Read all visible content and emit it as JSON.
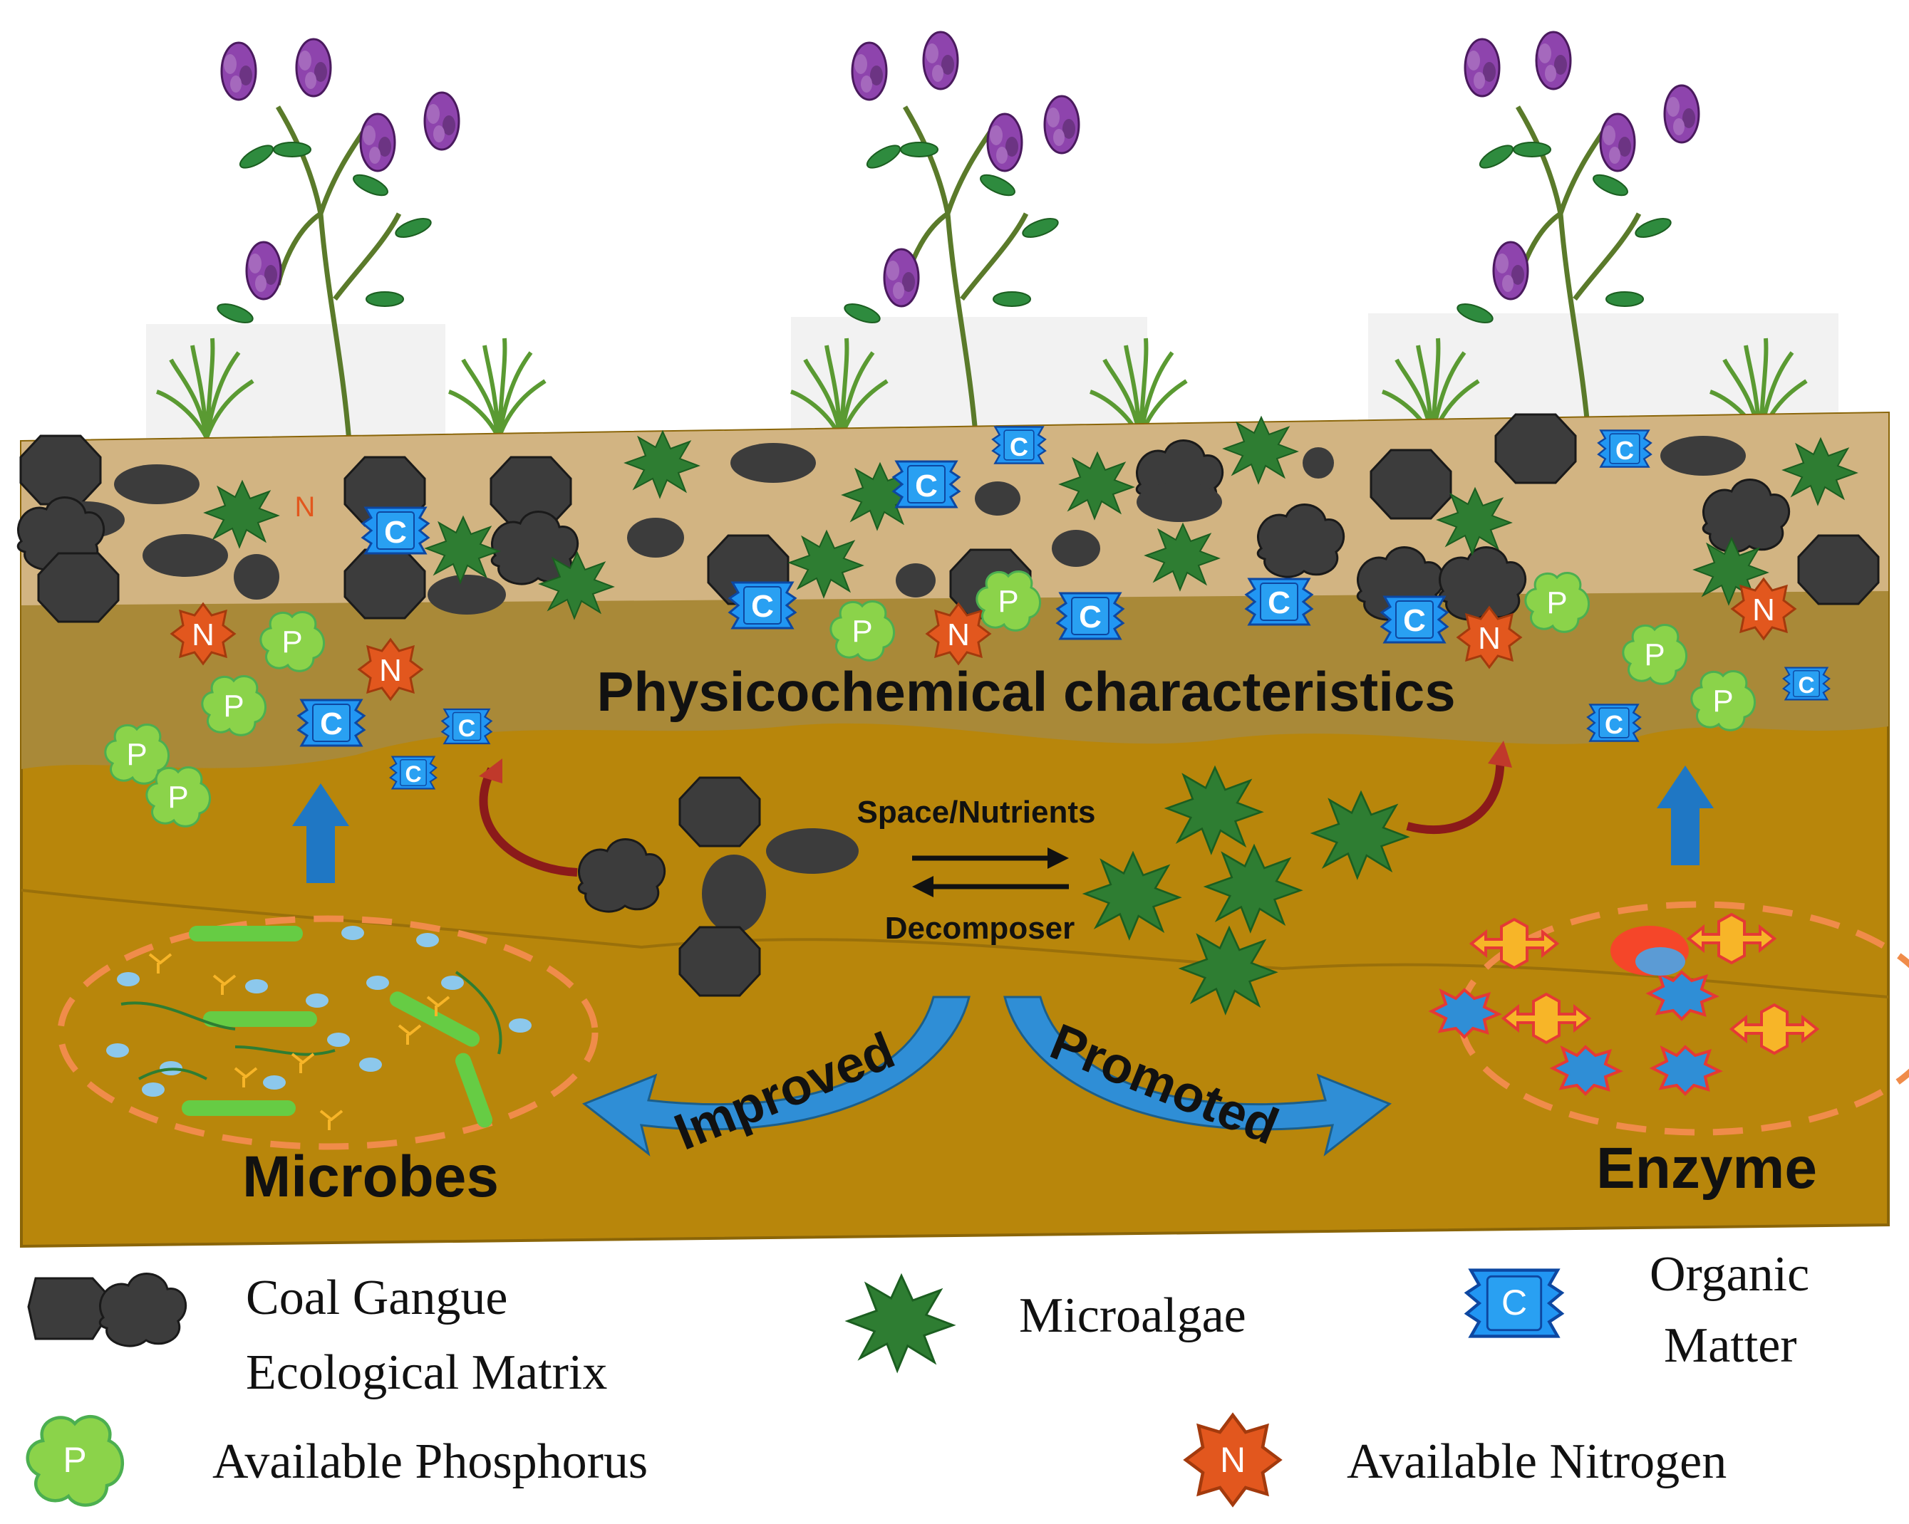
{
  "diagram": {
    "labels": {
      "physicochemical": "Physicochemical characteristics",
      "space_nutrients": "Space/Nutrients",
      "decomposer": "Decomposer",
      "improved": "Improved",
      "promoted": "Promoted",
      "microbes": "Microbes",
      "enzyme": "Enzyme"
    },
    "badges": {
      "carbon": "C",
      "nitrogen": "N",
      "phosphorus": "P"
    }
  },
  "legend": {
    "coal_line1": "Coal Gangue",
    "coal_line2": "Ecological Matrix",
    "microalgae": "Microalgae",
    "organic_line1": "Organic",
    "organic_line2": "Matter",
    "phosphorus": "Available Phosphorus",
    "nitrogen": "Available Nitrogen"
  },
  "colors": {
    "topsoil": "#d2b482",
    "subsoil": "#b8860b",
    "middle_band": "#a98938",
    "coal": "#3c3c3c",
    "microalgae": "#2e7d32",
    "organic": "#2196f3",
    "phosphorus": "#8bd34a",
    "nitrogen": "#e2571e",
    "arrow_blue": "#1f77c4",
    "dash_orange": "#f08c4a",
    "flower": "#8e44ad"
  }
}
